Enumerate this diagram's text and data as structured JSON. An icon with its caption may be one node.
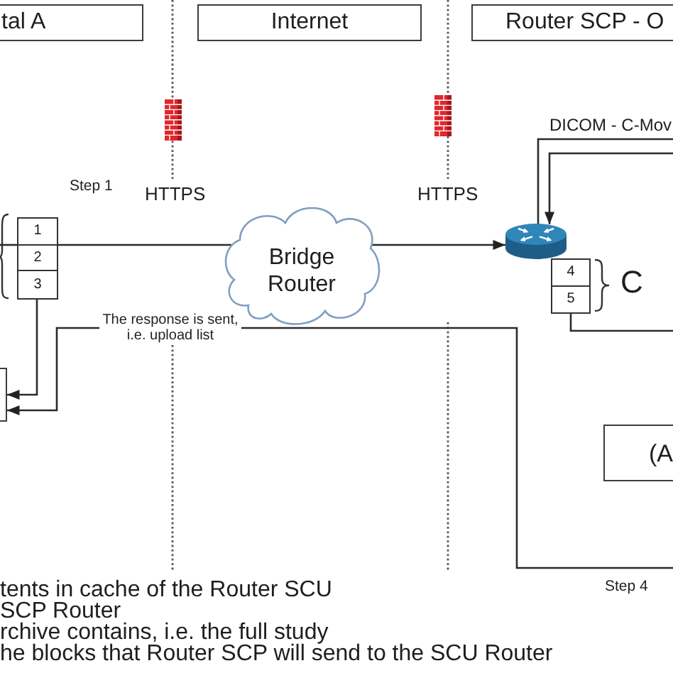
{
  "diagram": {
    "nodes": [
      {
        "text": [
          "tal A"
        ]
      },
      {
        "text": [
          "Internet"
        ]
      },
      {
        "text": [
          "Router SCP - O"
        ]
      },
      {
        "text": [],
        "shape": "box"
      },
      {
        "text": [
          "1"
        ],
        "in": 3
      },
      {
        "text": [
          "2"
        ],
        "in": 3
      },
      {
        "text": [
          "3"
        ],
        "in": 3
      },
      {
        "text": [
          "Bridge Router"
        ]
      },
      {
        "text": [],
        "shape": "picture"
      },
      {
        "text": [],
        "shape": "box",
        "beside": [
          "C"
        ]
      },
      {
        "text": [
          "4"
        ],
        "in": 9
      },
      {
        "text": [
          "5"
        ],
        "in": 9
      },
      {
        "text": [],
        "shape": "box"
      },
      {
        "text": [
          "(A"
        ]
      }
    ],
    "edges": [
      {
        "from": null,
        "to": 3,
        "arrow": "none"
      },
      {
        "from": 3,
        "to": 7,
        "arrow": "none"
      },
      {
        "from": 7,
        "to": 8,
        "arrow": "to"
      },
      {
        "from": 8,
        "to": null,
        "arrow": "none",
        "label": "DICOM - C-Mov"
      },
      {
        "from": null,
        "to": 8,
        "arrow": "to"
      },
      {
        "from": 11,
        "to": null,
        "arrow": "none"
      },
      {
        "from": 6,
        "to": 12,
        "arrow": "to"
      },
      {
        "from": null,
        "to": 12,
        "arrow": "to",
        "label": "The response is sent, i.e. upload list"
      }
    ],
    "labels": [
      "Step 1",
      "HTTPS",
      "HTTPS",
      "Step 4",
      "tents in cache of the Router SCU",
      "SCP Router",
      "rchive contains, i.e. the full study",
      "he blocks that Router SCP will send to the SCU Router"
    ]
  }
}
